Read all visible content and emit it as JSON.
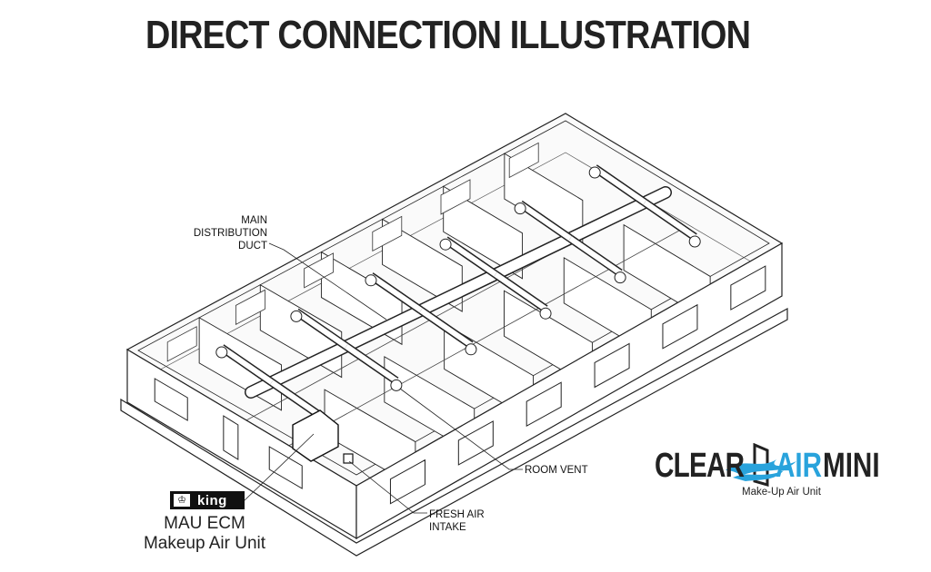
{
  "title": "DIRECT CONNECTION ILLUSTRATION",
  "labels": {
    "main_duct": [
      "MAIN",
      "DISTRIBUTION",
      "DUCT"
    ],
    "room_vent": "ROOM VENT",
    "fresh_air": [
      "FRESH AIR",
      "INTAKE"
    ]
  },
  "unit": {
    "brand": "king",
    "model": "MAU ECM",
    "description": "Makeup Air Unit"
  },
  "logo": {
    "word1": "CLEAR",
    "word2": "AIR",
    "word3": "MINI",
    "tagline": "Make-Up Air Unit",
    "accent_color": "#29a3dc"
  }
}
